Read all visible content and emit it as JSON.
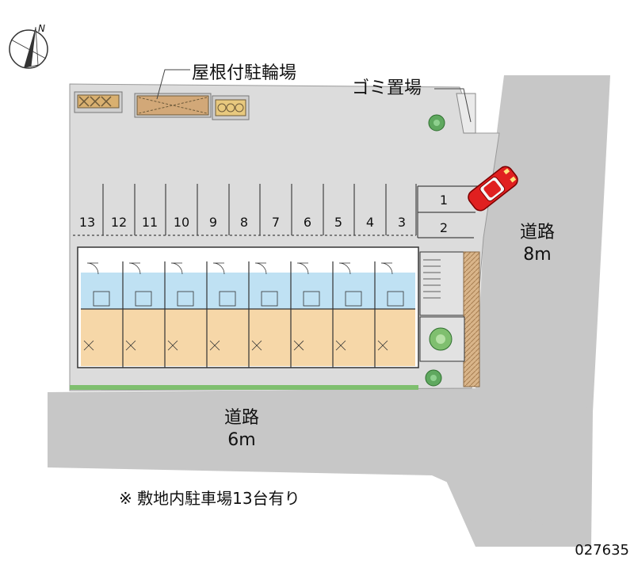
{
  "labels": {
    "bicycle_parking": "屋根付駐輪場",
    "garbage_area": "ゴミ置場",
    "road_east_name": "道路",
    "road_east_width": "8m",
    "road_south_name": "道路",
    "road_south_width": "6m",
    "parking_note": "※ 敷地内駐車場13台有り",
    "property_code": "027635"
  },
  "compass_mark": "N",
  "parking_slots_top": [
    "13",
    "12",
    "11",
    "10",
    "9",
    "8",
    "7",
    "6",
    "5",
    "4",
    "3"
  ],
  "parking_slots_right": [
    "1",
    "2"
  ],
  "colors": {
    "road": "#c7c7c7",
    "site": "#dcdcdc",
    "room_blue": "#bfe1f3",
    "room_tan": "#f6d7a8",
    "car": "#e02020",
    "greenery": "#5fa85f"
  }
}
